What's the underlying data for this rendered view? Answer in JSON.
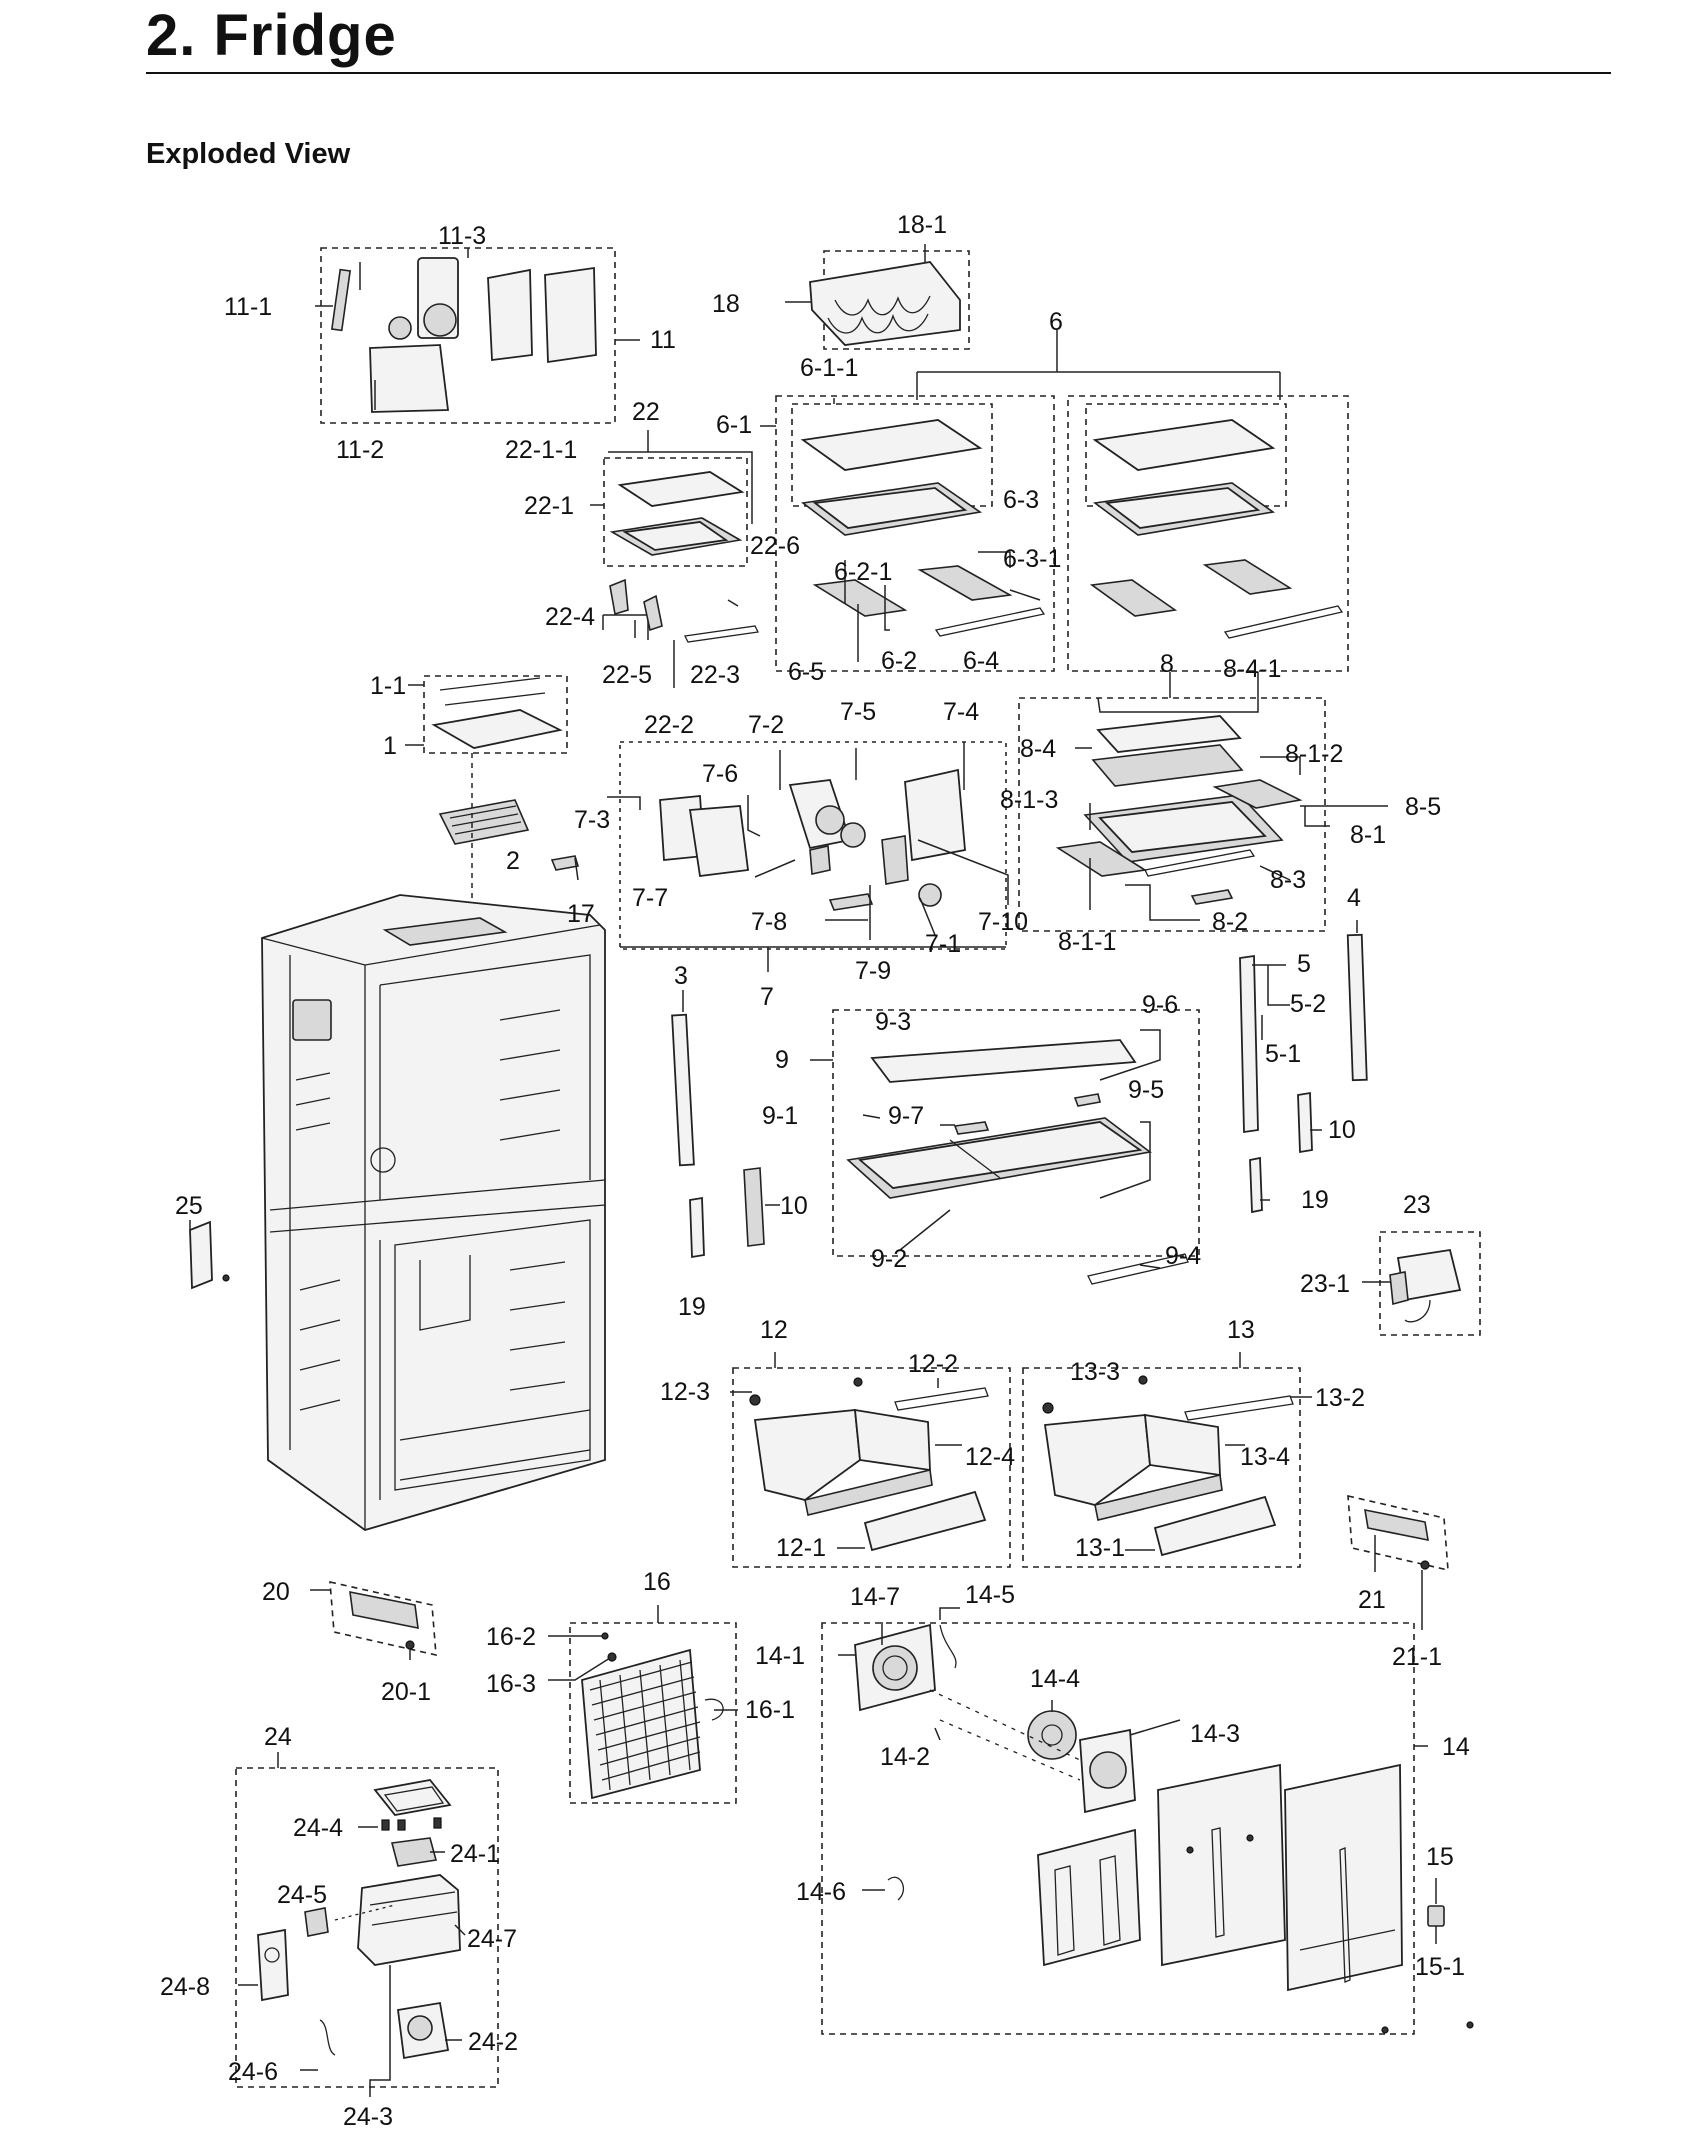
{
  "page": {
    "title": "2.  Fridge",
    "section": "Exploded View"
  },
  "labels": {
    "p11": "11",
    "p11_1": "11-1",
    "p11_2": "11-2",
    "p11_3": "11-3",
    "p18": "18",
    "p18_1": "18-1",
    "p6": "6",
    "p6_1": "6-1",
    "p6_1_1": "6-1-1",
    "p6_2": "6-2",
    "p6_2_1": "6-2-1",
    "p6_3": "6-3",
    "p6_3_1": "6-3-1",
    "p6_4": "6-4",
    "p6_5": "6-5",
    "p22": "22",
    "p22_1": "22-1",
    "p22_1_1": "22-1-1",
    "p22_2": "22-2",
    "p22_3": "22-3",
    "p22_4": "22-4",
    "p22_5": "22-5",
    "p22_6": "22-6",
    "p1": "1",
    "p1_1": "1-1",
    "p2": "2",
    "p17": "17",
    "p7": "7",
    "p7_1": "7-1",
    "p7_2": "7-2",
    "p7_3": "7-3",
    "p7_4": "7-4",
    "p7_5": "7-5",
    "p7_6": "7-6",
    "p7_7": "7-7",
    "p7_8": "7-8",
    "p7_9": "7-9",
    "p7_10": "7-10",
    "p8": "8",
    "p8_1": "8-1",
    "p8_1_1": "8-1-1",
    "p8_1_2": "8-1-2",
    "p8_1_3": "8-1-3",
    "p8_2": "8-2",
    "p8_3": "8-3",
    "p8_4": "8-4",
    "p8_4_1": "8-4-1",
    "p8_5": "8-5",
    "p3": "3",
    "p4": "4",
    "p5": "5",
    "p5_1": "5-1",
    "p5_2": "5-2",
    "p9": "9",
    "p9_1": "9-1",
    "p9_2": "9-2",
    "p9_3": "9-3",
    "p9_4": "9-4",
    "p9_5": "9-5",
    "p9_6": "9-6",
    "p9_7": "9-7",
    "p10a": "10",
    "p10b": "10",
    "p19a": "19",
    "p19b": "19",
    "p23": "23",
    "p23_1": "23-1",
    "p25": "25",
    "p12": "12",
    "p12_1": "12-1",
    "p12_2": "12-2",
    "p12_3": "12-3",
    "p12_4": "12-4",
    "p13": "13",
    "p13_1": "13-1",
    "p13_2": "13-2",
    "p13_3": "13-3",
    "p13_4": "13-4",
    "p20": "20",
    "p20_1": "20-1",
    "p21": "21",
    "p21_1": "21-1",
    "p16": "16",
    "p16_1": "16-1",
    "p16_2": "16-2",
    "p16_3": "16-3",
    "p14": "14",
    "p14_1": "14-1",
    "p14_2": "14-2",
    "p14_3": "14-3",
    "p14_4": "14-4",
    "p14_5": "14-5",
    "p14_6": "14-6",
    "p14_7": "14-7",
    "p15": "15",
    "p15_1": "15-1",
    "p24": "24",
    "p24_1": "24-1",
    "p24_2": "24-2",
    "p24_3": "24-3",
    "p24_4": "24-4",
    "p24_5": "24-5",
    "p24_6": "24-6",
    "p24_7": "24-7",
    "p24_8": "24-8"
  }
}
